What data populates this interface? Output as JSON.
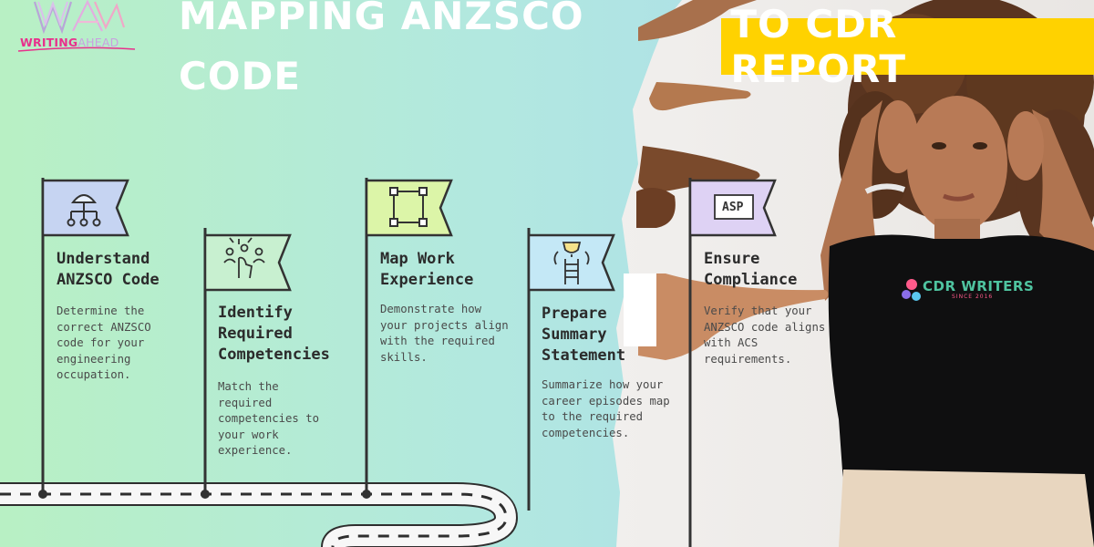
{
  "logo": {
    "text_a": "WRITING",
    "text_b": "AHEAD"
  },
  "title": {
    "plain": "MAPPING ANZSCO CODE",
    "highlight": "TO CDR REPORT"
  },
  "steps": [
    {
      "title_l1": "Understand",
      "title_l2": "ANZSCO Code",
      "title_l3": "",
      "icon": "hierarchy-icon",
      "desc": [
        "Determine the",
        "correct ANZSCO",
        "code for your",
        "engineering",
        "occupation."
      ]
    },
    {
      "title_l1": "Identify",
      "title_l2": "Required",
      "title_l3": "Competencies",
      "icon": "team-pointer-icon",
      "desc": [
        "Match the",
        "required",
        "competencies to",
        "your work",
        "experience."
      ]
    },
    {
      "title_l1": "Map Work",
      "title_l2": "Experience",
      "title_l3": "",
      "icon": "frame-icon",
      "desc": [
        "Demonstrate how",
        "your projects align",
        "with the required",
        "skills."
      ]
    },
    {
      "title_l1": "Prepare",
      "title_l2": "Summary",
      "title_l3": "Statement",
      "icon": "ladder-trophy-icon",
      "desc": [
        "Summarize how your",
        "career episodes map",
        "to the required",
        "competencies."
      ]
    },
    {
      "title_l1": "Ensure",
      "title_l2": "Compliance",
      "title_l3": "",
      "icon": "asp-sign-icon",
      "desc": [
        "Verify that your",
        "ANZSCO code aligns",
        "with ACS",
        "requirements."
      ]
    }
  ],
  "asp_label": "ASP",
  "shirt": {
    "brand": "CDR WRITERS",
    "since": "SINCE 2016"
  }
}
